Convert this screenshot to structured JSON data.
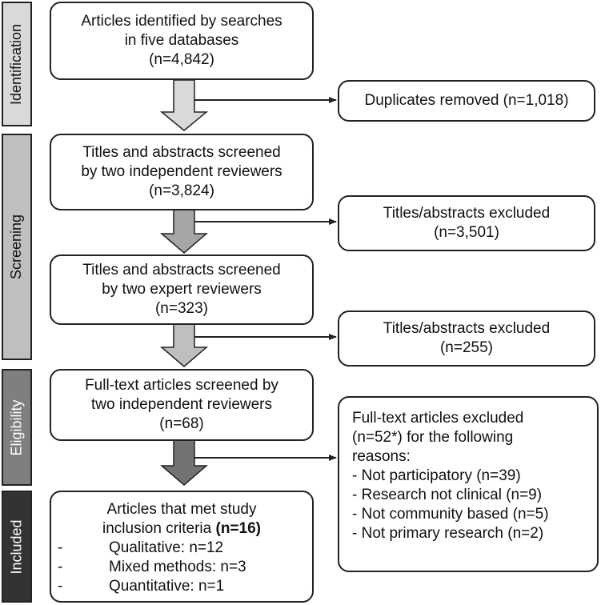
{
  "phases": {
    "identification": "Identification",
    "screening": "Screening",
    "eligibility": "Eligibility",
    "included": "Included"
  },
  "identified": {
    "line1": "Articles identified by searches",
    "line2": "in five databases",
    "count": "(n=4,842)"
  },
  "duplicates": {
    "text": "Duplicates removed (n=1,018)"
  },
  "screen1": {
    "line1": "Titles and abstracts screened",
    "line2": "by two independent reviewers",
    "count": "(n=3,824)"
  },
  "excluded1": {
    "line1": "Titles/abstracts excluded",
    "count": "(n=3,501)"
  },
  "screen2": {
    "line1": "Titles and abstracts screened",
    "line2": "by two expert reviewers",
    "count": "(n=323)"
  },
  "excluded2": {
    "line1": "Titles/abstracts excluded",
    "count": "(n=255)"
  },
  "fulltext": {
    "line1": "Full-text articles screened by",
    "line2": "two independent reviewers",
    "count": "(n=68)"
  },
  "fulltext_excluded": {
    "line1": "Full-text articles excluded",
    "line2": "(n=52*) for the following",
    "line3": "reasons:",
    "reasons": [
      "- Not participatory (n=39)",
      "- Research not clinical (n=9)",
      "- Not community based (n=5)",
      "- Not primary research (n=2)"
    ]
  },
  "included_box": {
    "line1": "Articles that met study",
    "line2_prefix": "inclusion criteria ",
    "line2_bold": "(n=16)",
    "items": [
      {
        "dash": "-",
        "text": "Qualitative: n=12"
      },
      {
        "dash": "-",
        "text": "Mixed methods: n=3"
      },
      {
        "dash": "-",
        "text": "Quantitative: n=1"
      }
    ]
  },
  "colors": {
    "arrow1": "#d9d9d9",
    "arrow2": "#a6a6a6",
    "arrow3": "#bfbfbf",
    "arrow4": "#737373"
  }
}
